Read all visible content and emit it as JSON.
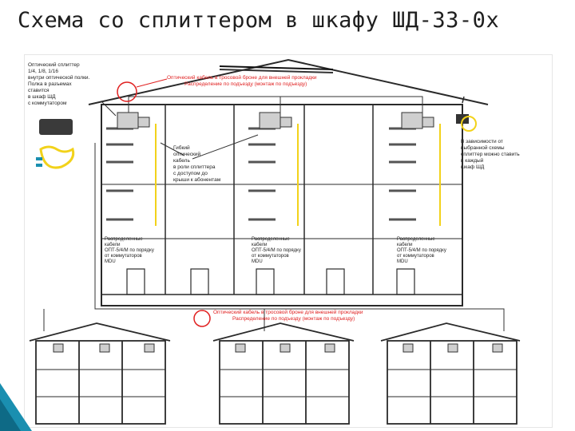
{
  "slide": {
    "title": "Схема со сплиттером в шкафу ШД-33-0х"
  },
  "colors": {
    "fiber_red": "#e02020",
    "cable_yellow": "#f2d21a",
    "structure": "#2a2a2a",
    "accent_teal": "#1a8fb0"
  },
  "annotations": {
    "splitter_note": [
      "Оптический сплиттер",
      "1/4, 1/8, 1/16",
      "внутри оптической полки.",
      "Полка в разъемах",
      "ставится",
      "в шкаф ШД",
      "с коммутатором"
    ],
    "top_cable": [
      "Оптический кабель в тросовой броне для внешней прокладки",
      "Распределение по подъезду (монтаж по подъезду)"
    ],
    "drop_cable": [
      "Гибкий",
      "оптический",
      "кабель",
      "в роли сплиттера",
      "с доступом до",
      "крыши к абонентам"
    ],
    "right_note": [
      "В зависимости от",
      "выбранной схемы",
      "сплиттер можно ставить",
      "в каждый",
      "шкаф ШД"
    ],
    "distribution": [
      "Распределенные",
      "кабели",
      "ОПТ-5/4/М по порядку",
      "от коммутаторов",
      "MDU"
    ],
    "bottom_cable": [
      "Оптический кабель в тросовой броне для внешней прокладки",
      "Распределение по подъезду (монтаж по подъезду)"
    ]
  }
}
